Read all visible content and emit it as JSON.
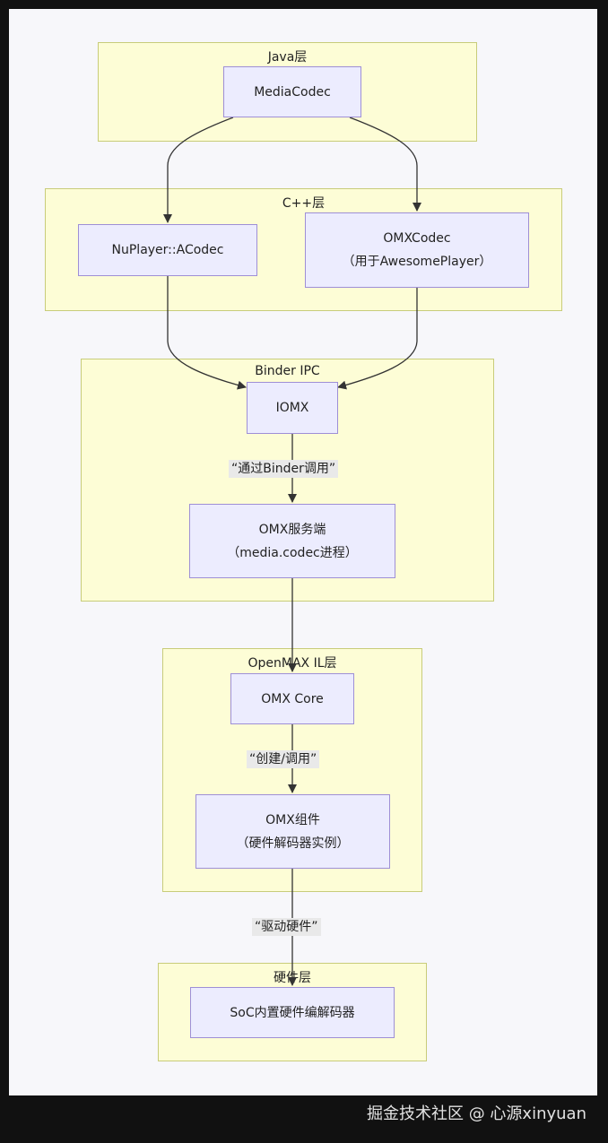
{
  "layers": {
    "java": "Java层",
    "cpp": "C++层",
    "binder": "Binder IPC",
    "openmax": "OpenMAX IL层",
    "hardware": "硬件层"
  },
  "nodes": {
    "mediacodec": "MediaCodec",
    "nuplayer": "NuPlayer::ACodec",
    "omxcodec_line1": "OMXCodec",
    "omxcodec_line2": "（用于AwesomePlayer）",
    "iomx": "IOMX",
    "omx_service_line1": "OMX服务端",
    "omx_service_line2": "（media.codec进程）",
    "omx_core": "OMX Core",
    "omx_component_line1": "OMX组件",
    "omx_component_line2": "（硬件解码器实例）",
    "soc": "SoC内置硬件编解码器"
  },
  "edge_labels": {
    "binder_call": "“通过Binder调用”",
    "create_call": "“创建/调用”",
    "drive_hw": "“驱动硬件”"
  },
  "watermark": "掘金技术社区 @ 心源xinyuan"
}
